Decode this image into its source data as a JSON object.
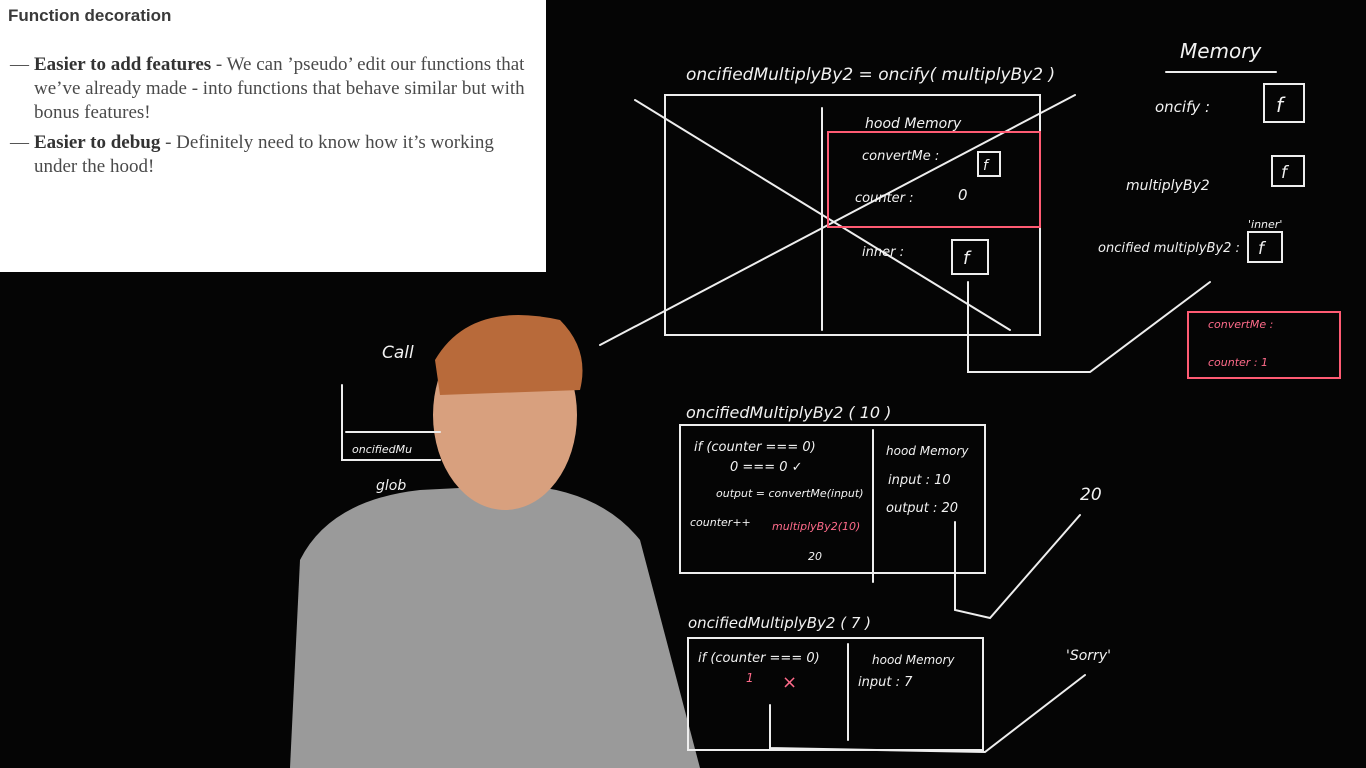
{
  "slide": {
    "title": "Function decoration",
    "bullets": [
      {
        "dash": "—",
        "head": "Easier to add features",
        "text": " - We can ’pseudo’ edit our functions that we’ve already made - into functions that behave similar but with bonus features!"
      },
      {
        "dash": "—",
        "head": "Easier to debug",
        "text": " - Definitely need to know how it’s working under the hood!"
      }
    ]
  },
  "board": {
    "top_heading": "oncifiedMultiplyBy2 = oncify( multiplyBy2 )",
    "backpack_title": "hood Memory",
    "convert_me_label": "convertMe :",
    "counter_label": "counter :",
    "counter_value": "0",
    "inner_label": "inner :",
    "f_glyph": "f",
    "memory_title": "Memory",
    "memory_oncify": "oncify :",
    "memory_multiply": "multiplyBy2",
    "memory_oncified": "oncified multiplyBy2 :",
    "memory_inner": "'inner'",
    "memory_backpack_convert": "convertMe :",
    "memory_backpack_counter": "counter : 1",
    "call_stack_label": "Call",
    "call_stack_item": "oncifiedMu",
    "call_stack_global": "glob",
    "call1_heading": "oncifiedMultiplyBy2 ( 10 )",
    "call1_if": "if (counter === 0)",
    "call1_zero": "0 === 0 ✓",
    "call1_output": "output = convertMe(input)",
    "call1_counter": "counter++",
    "call1_multiply": "multiplyBy2(10)",
    "call1_twenty": "20",
    "call1_hood": "hood Memory",
    "call1_input": "input : 10",
    "call1_output_mem": "output : 20",
    "result_20": "20",
    "call2_heading": "oncifiedMultiplyBy2 ( 7 )",
    "call2_if": "if (counter === 0)",
    "call2_one": "1",
    "call2_cross": "×",
    "call2_hood": "hood Memory",
    "call2_input": "input : 7",
    "result_sorry": "'Sorry'"
  }
}
